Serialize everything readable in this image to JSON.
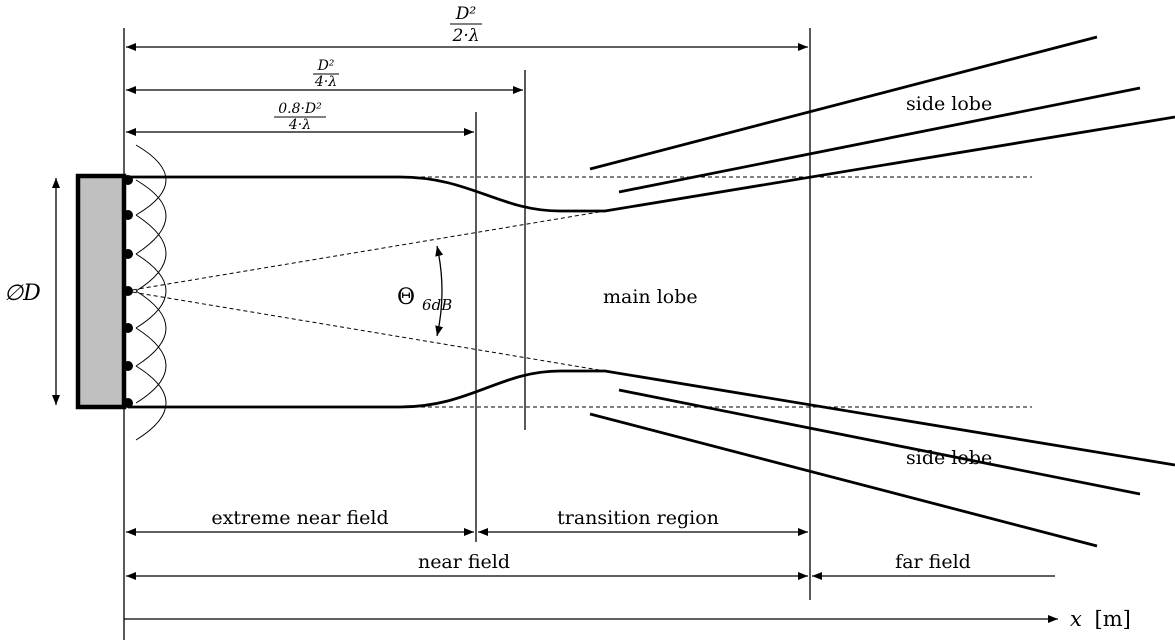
{
  "diagram": {
    "dimensions": {
      "d2_over_2lambda": {
        "numerator": "D²",
        "denominator": "2·λ"
      },
      "d2_over_4lambda": {
        "numerator": "D²",
        "denominator": "4·λ"
      },
      "d08_over_4lambda": {
        "numerator": "0.8·D²",
        "denominator": "4·λ"
      }
    },
    "labels": {
      "aperture": "∅D",
      "beam_angle_symbol": "Θ",
      "beam_angle_sub": "6dB",
      "main_lobe": "main lobe",
      "side_lobe_top": "side lobe",
      "side_lobe_bottom": "side lobe",
      "extreme_near_field": "extreme near field",
      "transition_region": "transition region",
      "near_field": "near field",
      "far_field": "far field",
      "x_axis_symbol": "x",
      "x_axis_unit": "[m]"
    },
    "colors": {
      "transducer_fill": "#c0c0c0",
      "line": "#000000"
    }
  }
}
